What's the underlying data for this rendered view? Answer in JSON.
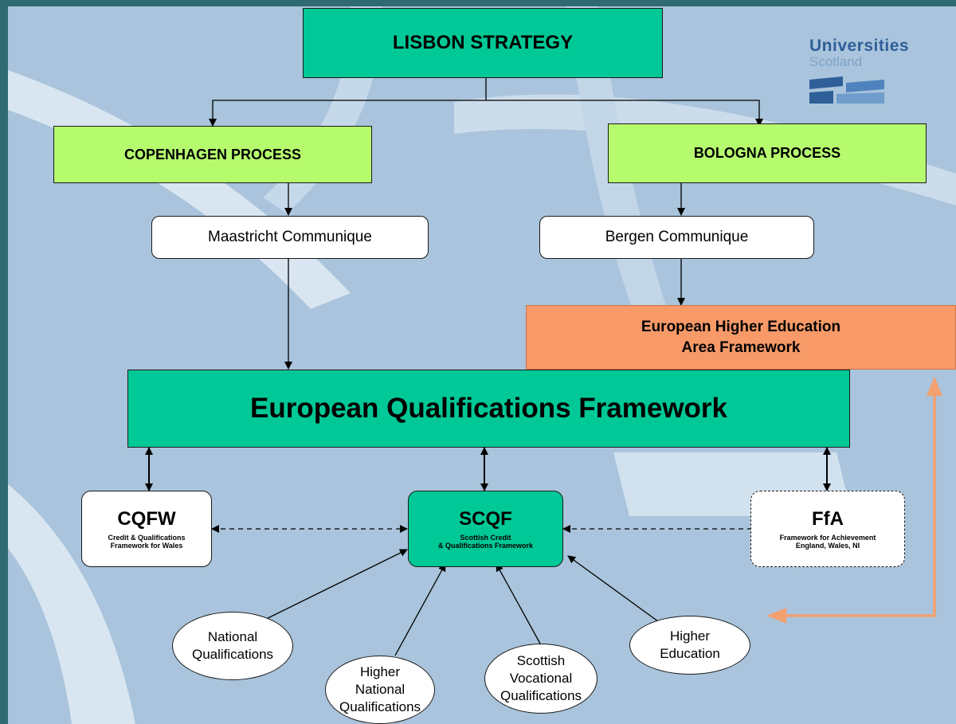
{
  "nodes": {
    "lisbon": "LISBON STRATEGY",
    "copenhagen": "COPENHAGEN PROCESS",
    "bologna": "BOLOGNA PROCESS",
    "maastricht": "Maastricht Communique",
    "bergen": "Bergen Communique",
    "ehea_line1": "European Higher Education",
    "ehea_line2": "Area Framework",
    "eqf": "European Qualifications Framework",
    "cqfw_title": "CQFW",
    "cqfw_sub1": "Credit & Qualifications",
    "cqfw_sub2": "Framework for Wales",
    "scqf_title": "SCQF",
    "scqf_sub1": "Scottish Credit",
    "scqf_sub2": "& Qualifications Framework",
    "ffa_title": "FfA",
    "ffa_sub1": "Framework for Achievement",
    "ffa_sub2": "England, Wales, NI",
    "national_1": "National",
    "national_2": "Qualifications",
    "hnq_1": "Higher",
    "hnq_2": "National",
    "hnq_3": "Qualifications",
    "svq_1": "Scottish",
    "svq_2": "Vocational",
    "svq_3": "Qualifications",
    "he_1": "Higher",
    "he_2": "Education"
  },
  "logo": {
    "line1": "Universities",
    "line2": "Scotland"
  },
  "colors": {
    "teal": "#00c896",
    "lime": "#b6fb6e",
    "orange": "#f79a68",
    "orange_arrow": "#f3a070",
    "background": "#a9c4dc",
    "frame": "#2f6a72"
  }
}
